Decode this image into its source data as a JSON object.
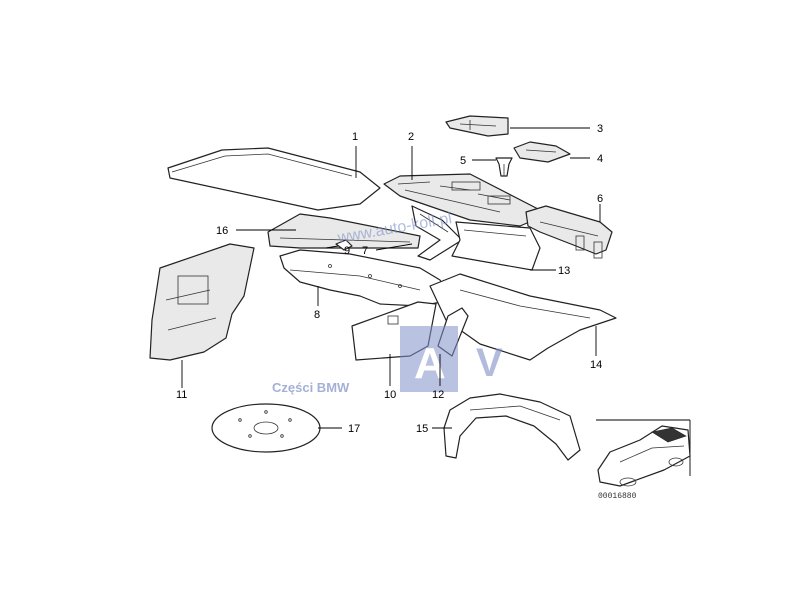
{
  "callouts": {
    "c1": "1",
    "c2": "2",
    "c3": "3",
    "c4": "4",
    "c5": "5",
    "c6": "6",
    "c7": "7",
    "c8": "8",
    "c9": "9",
    "c10": "10",
    "c11": "11",
    "c12": "12",
    "c13": "13",
    "c14": "14",
    "c15": "15",
    "c16": "16",
    "c17": "17"
  },
  "watermark": {
    "url": "www.auto-koll.pl",
    "brand": "Części BMW",
    "logo_a": "A",
    "logo_v": "V"
  },
  "diagram_code": "00016880",
  "colors": {
    "watermark_blue": "#7f8fc6",
    "line": "#222222"
  }
}
